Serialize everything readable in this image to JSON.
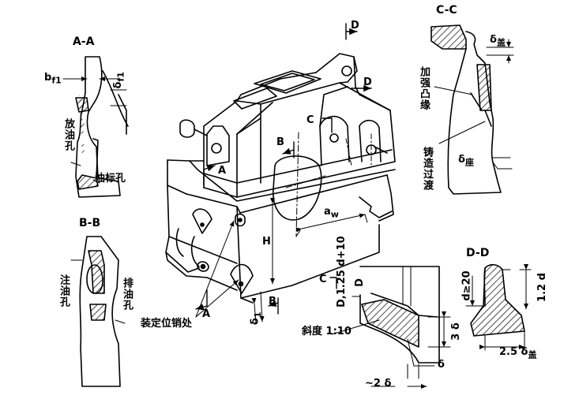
{
  "sections": {
    "aa": "A-A",
    "bb": "B-B",
    "cc": "C-C",
    "dd": "D-D"
  },
  "labels": {
    "fangyoukong": "放油孔",
    "youbiaokong": "油标孔",
    "zhuyoukong": "注油孔",
    "paiyoukong": "排油孔",
    "dingweixiao": "装定位销处",
    "jiaqiang": "加强凸缘",
    "zhuzao": "铸造过渡",
    "xiedu": "斜度 1:10"
  },
  "dims": {
    "bf1": "b",
    "bf1_sub": "f1",
    "delta_f1": "δ",
    "delta_f1_sub": "f1",
    "delta_gai": "δ",
    "delta_gai_sub": "盖",
    "delta_zuo": "δ",
    "delta_zuo_sub": "座",
    "a_w": "a",
    "a_w_sub": "w",
    "H": "H",
    "delta1": "δ",
    "delta1_sub": "1",
    "d_gap": "D,1.25 d+10",
    "D_mark": "D",
    "three_delta": "3 δ",
    "delta_small": "δ",
    "two_delta": "~2 δ",
    "d_ge20": "d≥20",
    "one2d": "1.2 d",
    "two5delta": "2.5 δ",
    "two5delta_sub": "盖"
  },
  "cut_markers": {
    "A": "A",
    "B": "B",
    "C": "C",
    "D": "D"
  }
}
